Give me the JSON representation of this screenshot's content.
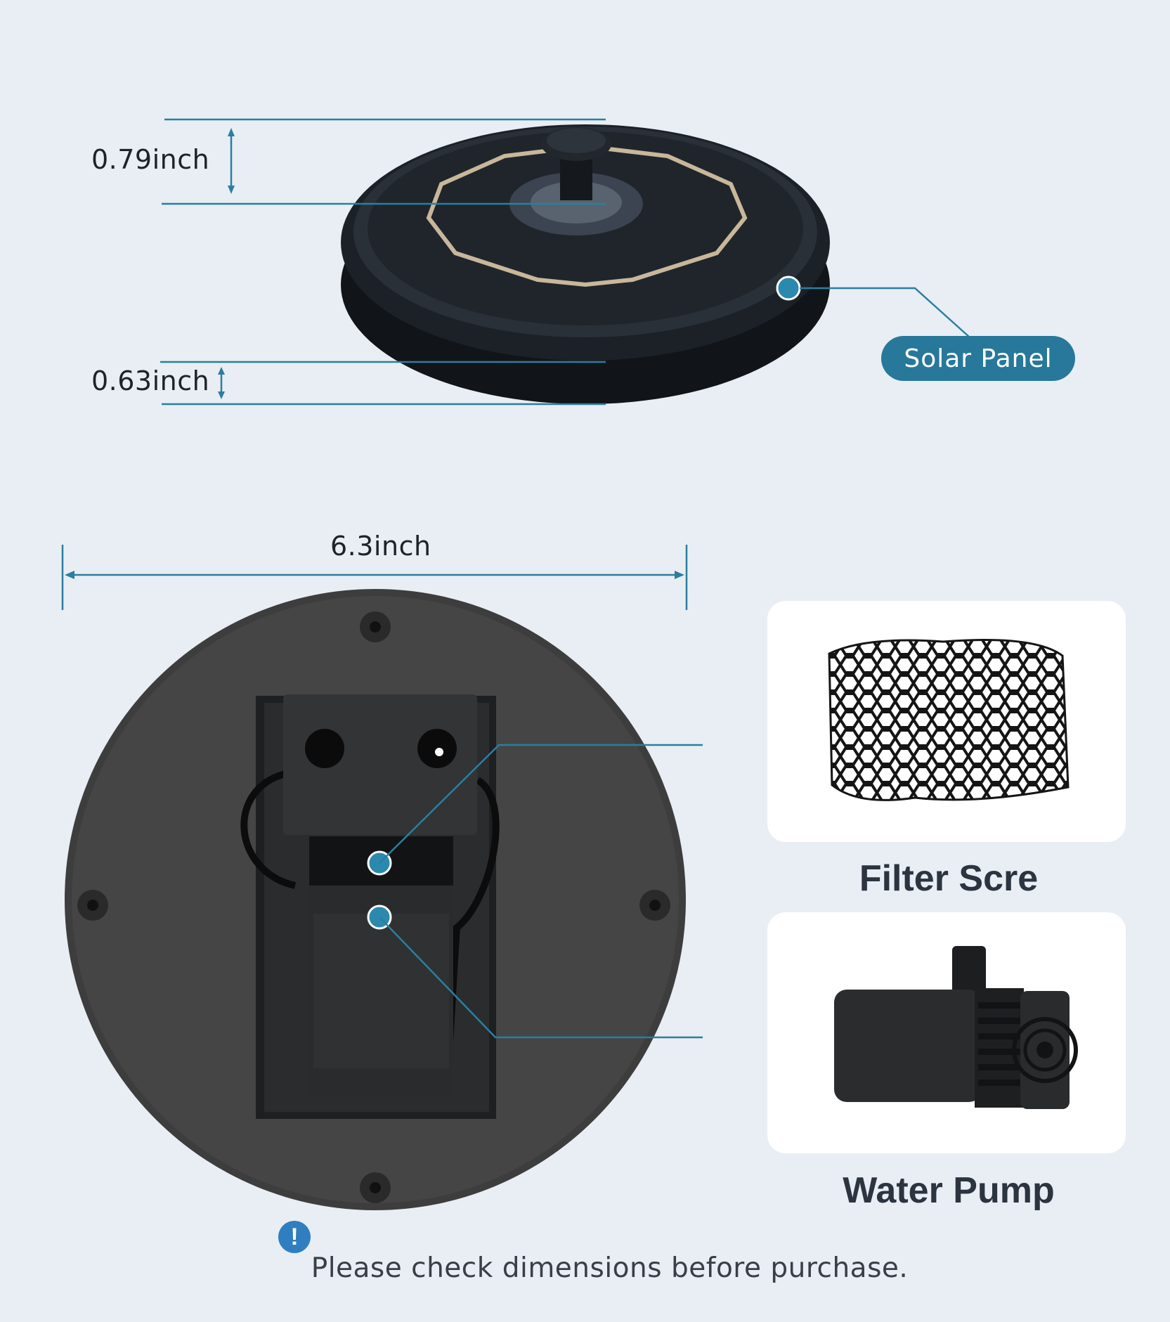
{
  "dimensions": {
    "top_height": "0.79inch",
    "base_height": "0.63inch",
    "diameter": "6.3inch"
  },
  "callouts": {
    "solar_panel": "Solar Panel"
  },
  "parts": [
    {
      "label": "Filter Scre",
      "icon": "filter-sponge-icon"
    },
    {
      "label": "Water Pump",
      "icon": "water-pump-icon"
    }
  ],
  "notice": {
    "text": "Please check dimensions before purchase.",
    "icon": "exclamation-icon"
  },
  "colors": {
    "background": "#e9eef4",
    "accent": "#27789a",
    "warning_icon": "#2f7fc0"
  }
}
